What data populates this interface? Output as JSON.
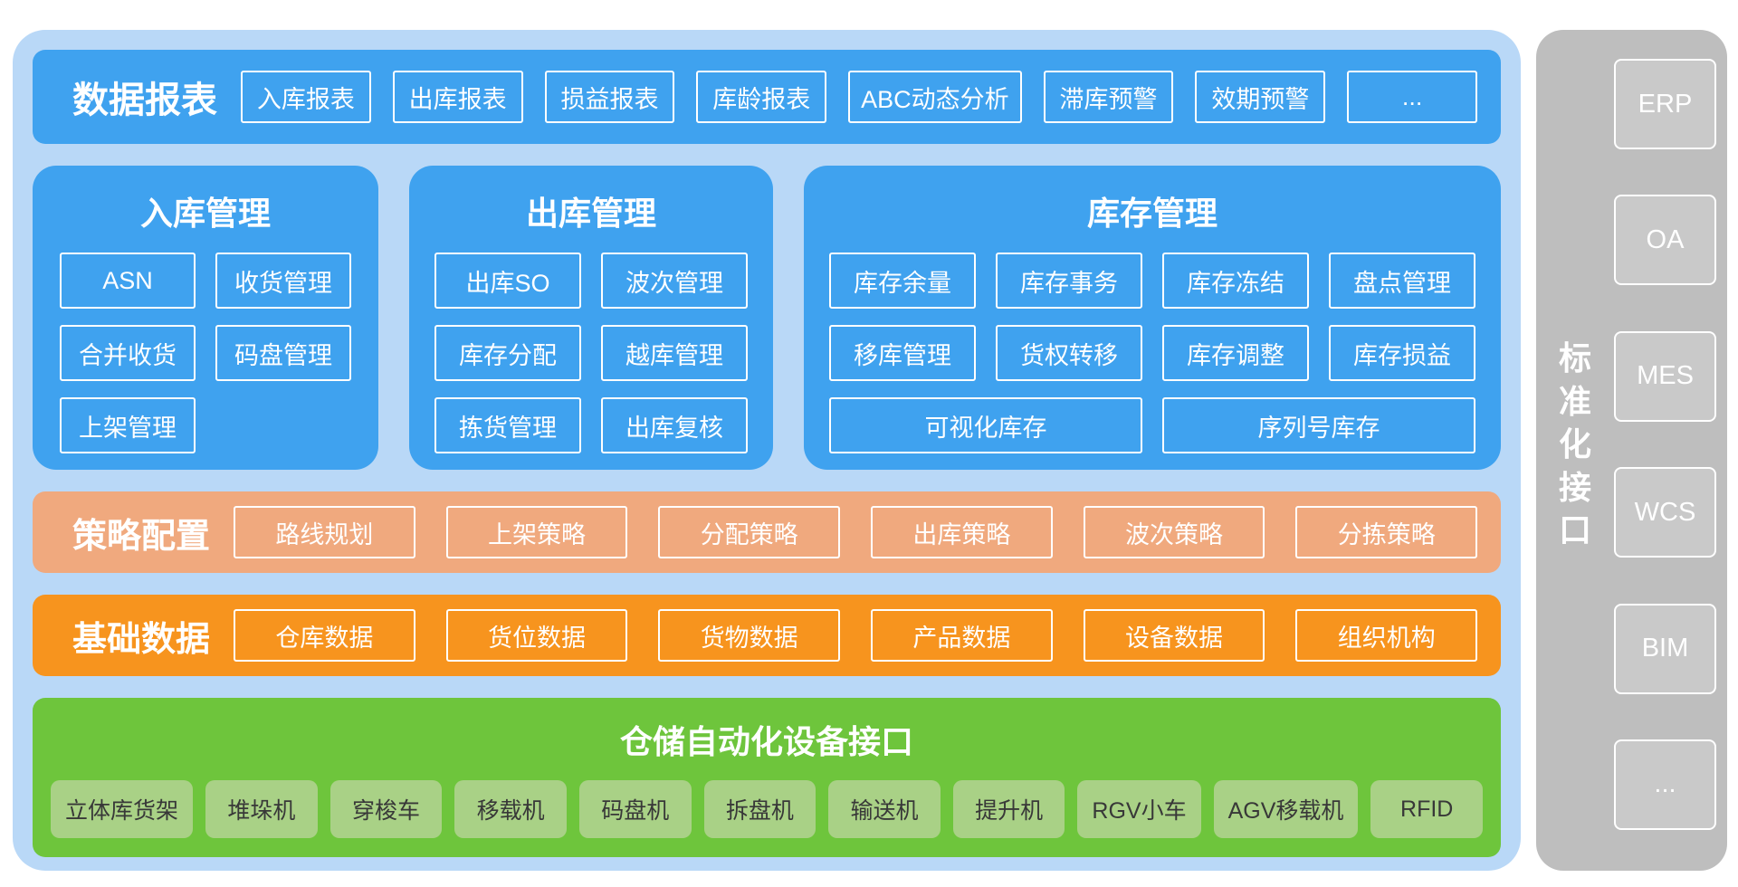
{
  "colors": {
    "container_blue": "#b9d8f7",
    "primary_blue": "#3fa2ef",
    "strategy_salmon": "#f0a97e",
    "base_orange": "#f7941e",
    "device_green": "#6ec53c",
    "device_chip_green": "#a9d186",
    "sidebar_gray": "#bebebe",
    "box_border_white": "#ffffff"
  },
  "report_bar": {
    "title": "数据报表",
    "items": [
      "入库报表",
      "出库报表",
      "损益报表",
      "库龄报表",
      "ABC动态分析",
      "滞库预警",
      "效期预警",
      "..."
    ]
  },
  "inbound_panel": {
    "title": "入库管理",
    "items": [
      "ASN",
      "收货管理",
      "合并收货",
      "码盘管理",
      "上架管理"
    ]
  },
  "outbound_panel": {
    "title": "出库管理",
    "items": [
      "出库SO",
      "波次管理",
      "库存分配",
      "越库管理",
      "拣货管理",
      "出库复核"
    ]
  },
  "inventory_panel": {
    "title": "库存管理",
    "items": [
      "库存余量",
      "库存事务",
      "库存冻结",
      "盘点管理",
      "移库管理",
      "货权转移",
      "库存调整",
      "库存损益"
    ],
    "wide_items": [
      "可视化库存",
      "序列号库存"
    ]
  },
  "strategy_bar": {
    "title": "策略配置",
    "items": [
      "路线规划",
      "上架策略",
      "分配策略",
      "出库策略",
      "波次策略",
      "分拣策略"
    ]
  },
  "base_bar": {
    "title": "基础数据",
    "items": [
      "仓库数据",
      "货位数据",
      "货物数据",
      "产品数据",
      "设备数据",
      "组织机构"
    ]
  },
  "device_panel": {
    "title": "仓储自动化设备接口",
    "items": [
      "立体库货架",
      "堆垛机",
      "穿梭车",
      "移载机",
      "码盘机",
      "拆盘机",
      "输送机",
      "提升机",
      "RGV小车",
      "AGV移载机",
      "RFID"
    ]
  },
  "sidebar": {
    "title": "标准化接口",
    "items": [
      "ERP",
      "OA",
      "MES",
      "WCS",
      "BIM",
      "..."
    ]
  }
}
